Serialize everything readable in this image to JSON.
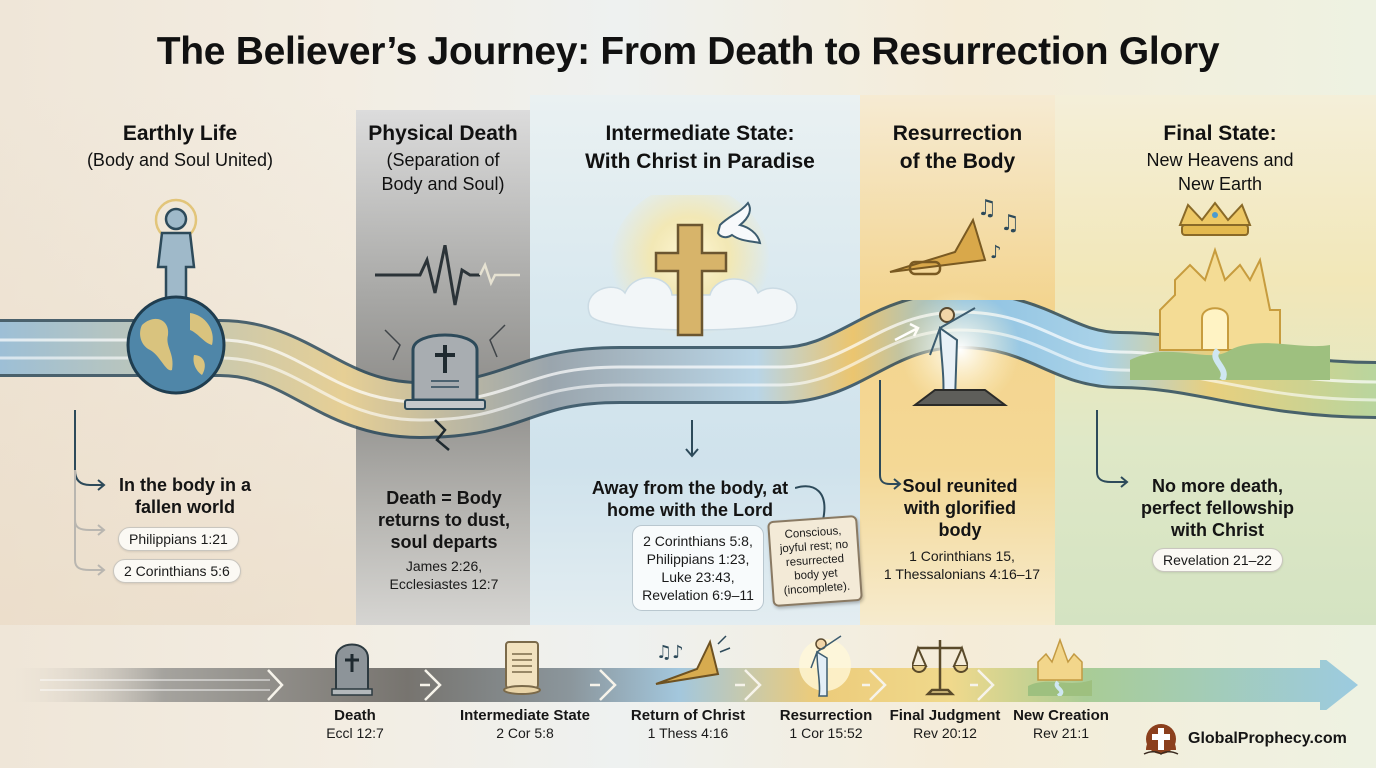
{
  "title": "The Believer’s Journey: From Death to Resurrection Glory",
  "columns": [
    {
      "id": "earthly-life",
      "heading": "Earthly Life",
      "subheading": "(Body and Soul United)",
      "icon": "person-on-globe-icon",
      "description": "In the body in a fallen world",
      "references": [
        "Philippians 1:21",
        "2 Corinthians 5:6"
      ]
    },
    {
      "id": "physical-death",
      "heading": "Physical Death",
      "subheading": "(Separation of Body and Soul)",
      "icon": "tombstone-heartbeat-icon",
      "description": "Death = Body returns to dust, soul departs",
      "references": [
        "James 2:26,",
        "Ecclesiastes 12:7"
      ]
    },
    {
      "id": "intermediate-state",
      "heading": "Intermediate State:",
      "subheading": "With Christ in Paradise",
      "icon": "cross-dove-clouds-icon",
      "description": "Away from the body, at home with the Lord",
      "references": [
        "2 Corinthians 5:8,",
        "Philippians 1:23,",
        "Luke 23:43,",
        "Revelation 6:9–11"
      ],
      "note": "Conscious, joyful rest; no resurrected body yet (incomplete)."
    },
    {
      "id": "resurrection",
      "heading": "Resurrection",
      "subheading": "of the Body",
      "icon": "trumpet-rising-figure-icon",
      "description": "Soul reunited with glorified body",
      "references": [
        "1 Corinthians 15,",
        "1 Thessalonians 4:16–17"
      ]
    },
    {
      "id": "final-state",
      "heading": "Final State:",
      "subheading": "New Heavens and New Earth",
      "icon": "crown-golden-city-icon",
      "description": "No more death, perfect fellowship with Christ",
      "references": [
        "Revelation 21–22"
      ]
    }
  ],
  "timeline": [
    {
      "label": "Death",
      "ref": "Eccl 12:7",
      "icon": "tombstone-icon"
    },
    {
      "label": "Intermediate State",
      "ref": "2 Cor 5:8",
      "icon": "scroll-icon"
    },
    {
      "label": "Return of Christ",
      "ref": "1 Thess 4:16",
      "icon": "trumpet-icon"
    },
    {
      "label": "Resurrection",
      "ref": "1 Cor 15:52",
      "icon": "rising-figure-icon"
    },
    {
      "label": "Final Judgment",
      "ref": "Rev 20:12",
      "icon": "scales-icon"
    },
    {
      "label": "New Creation",
      "ref": "Rev 21:1",
      "icon": "golden-city-icon"
    }
  ],
  "brand": {
    "name": "GlobalProphecy.com",
    "icon": "cross-bible-logo-icon"
  },
  "colors": {
    "earthly": "#e8d6be",
    "death": "#8f8e8b",
    "intermediate": "#cfe2ec",
    "resurrection": "#f3d48e",
    "final": "#d4e3c2",
    "path_blue": "#8fb8d4",
    "path_gold": "#e8c878",
    "ink": "#2d4a5a"
  }
}
